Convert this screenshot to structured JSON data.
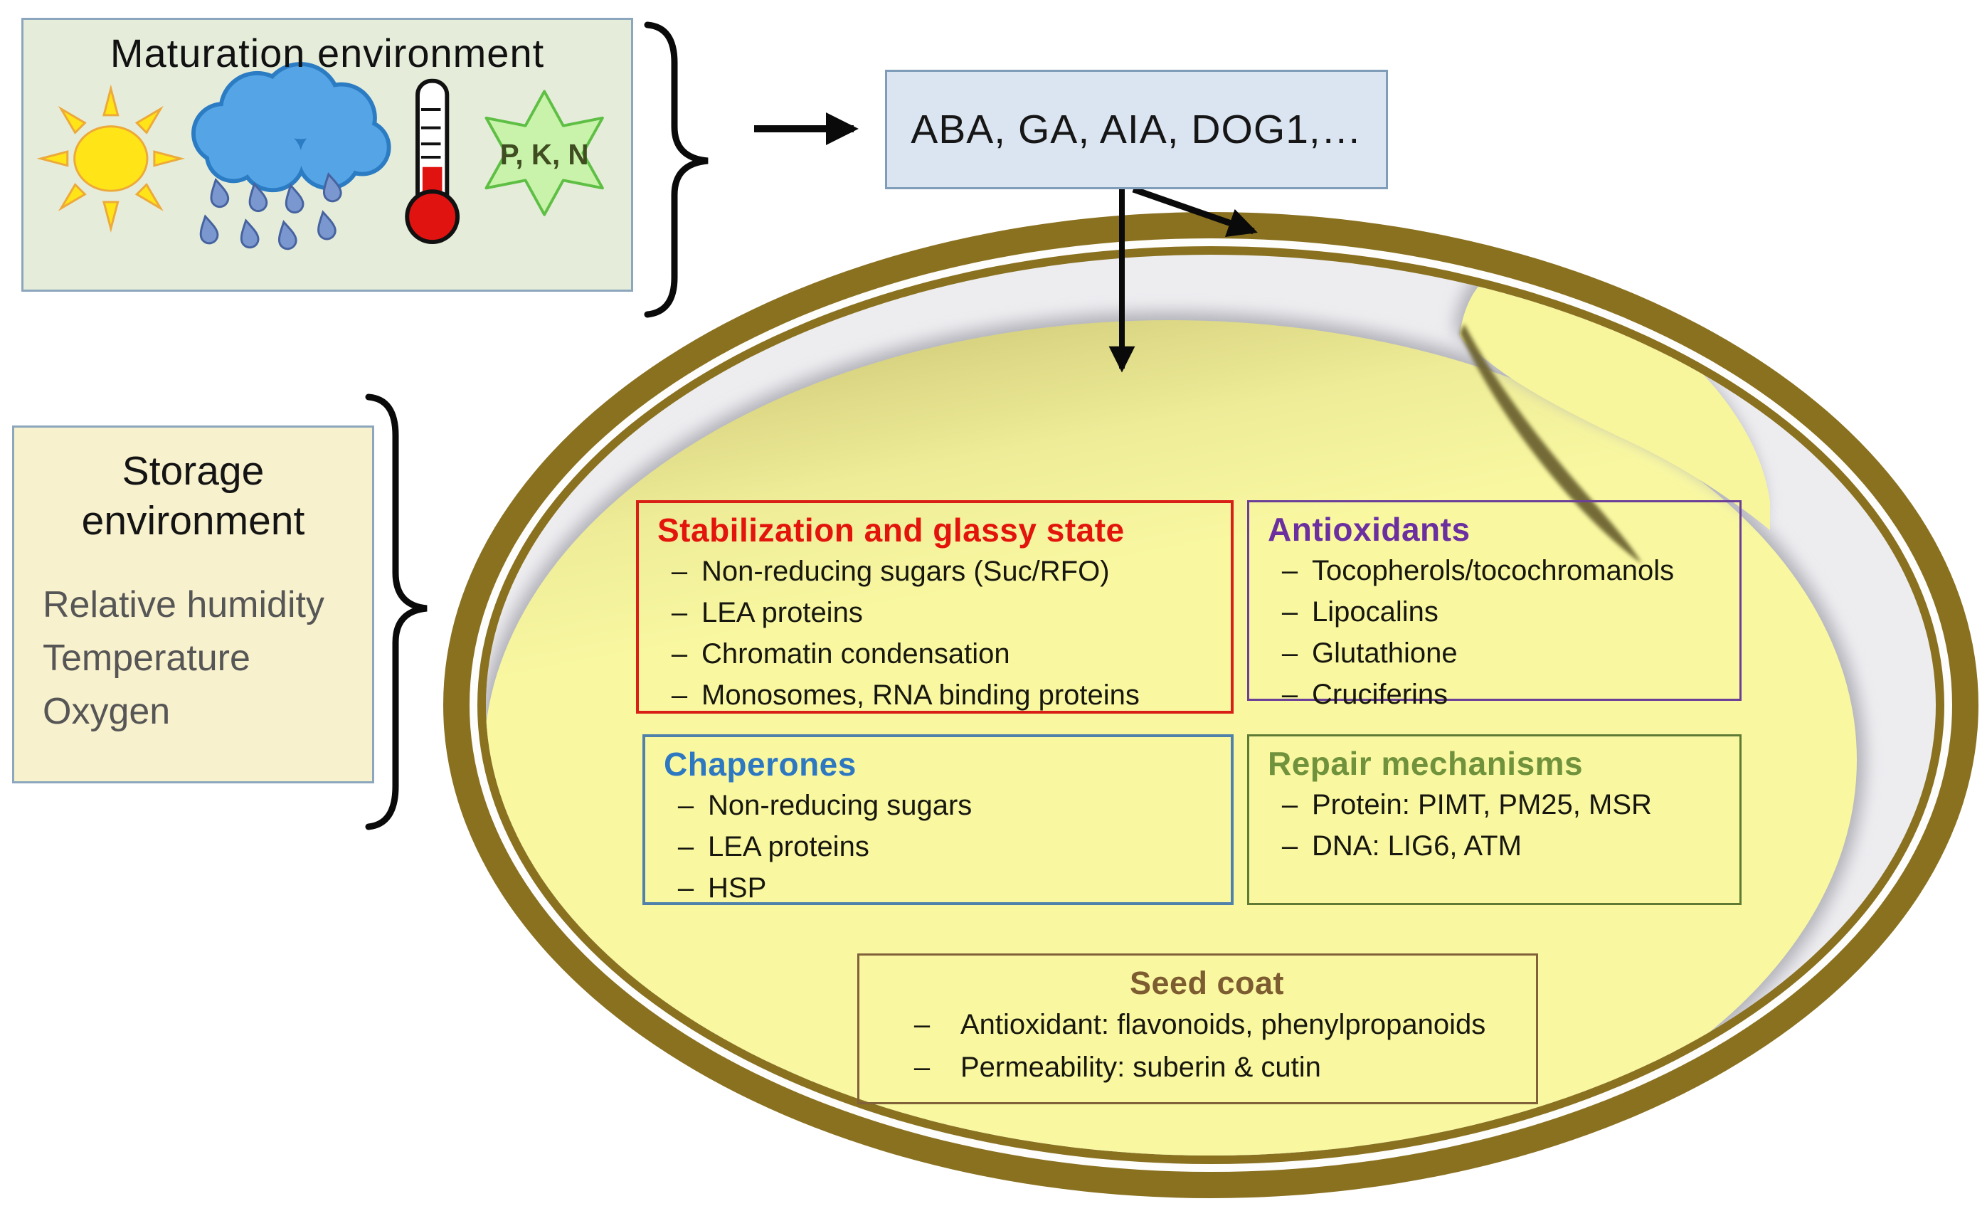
{
  "ui": {
    "dash": "–"
  },
  "maturation": {
    "title": "Maturation environment",
    "nutrients_label": "P, K, N",
    "icons": [
      "sun-icon",
      "rain-cloud-icon",
      "thermometer-icon",
      "nutrients-star-icon"
    ]
  },
  "hormones": {
    "label": "ABA, GA, AIA, DOG1,…"
  },
  "storage": {
    "title_line1": "Storage",
    "title_line2": "environment",
    "items": [
      "Relative humidity",
      "Temperature",
      "Oxygen"
    ]
  },
  "seed": {
    "boxes": [
      {
        "id": "stabilization",
        "title": "Stabilization and glassy state",
        "title_color": "#e3140c",
        "border_color": "#d92017",
        "items": [
          "Non-reducing sugars (Suc/RFO)",
          "LEA proteins",
          "Chromatin condensation",
          "Monosomes, RNA binding proteins"
        ]
      },
      {
        "id": "antioxidants",
        "title": "Antioxidants",
        "title_color": "#6b2fa0",
        "border_color": "#6b3f98",
        "items": [
          "Tocopherols/tocochromanols",
          "Lipocalins",
          "Glutathione",
          "Cruciferins"
        ]
      },
      {
        "id": "chaperones",
        "title": "Chaperones",
        "title_color": "#2e78c2",
        "border_color": "#4f81ab",
        "items": [
          "Non-reducing sugars",
          "LEA proteins",
          "HSP"
        ]
      },
      {
        "id": "repair",
        "title": "Repair mechanisms",
        "title_color": "#71923c",
        "border_color": "#5f7a33",
        "items": [
          "Protein: PIMT, PM25, MSR",
          "DNA: LIG6, ATM"
        ]
      },
      {
        "id": "seed_coat",
        "title": "Seed coat",
        "title_color": "#7c5c30",
        "border_color": "#80613a",
        "items": [
          "Antioxidant: flavonoids, phenylpropanoids",
          "Permeability: suberin & cutin"
        ]
      }
    ]
  },
  "palette": {
    "seed_coat_ring": "#8a7120",
    "seed_interior_gray": "#ededf0",
    "embryo_yellow": "#f9f8a1",
    "embryo_shade": "#d9d482",
    "hormone_box_bg": "#dbe5f1",
    "maturation_box_bg": "#e5edda",
    "storage_box_bg": "#f8f1cd",
    "box_border_blue": "#7f9db9"
  }
}
